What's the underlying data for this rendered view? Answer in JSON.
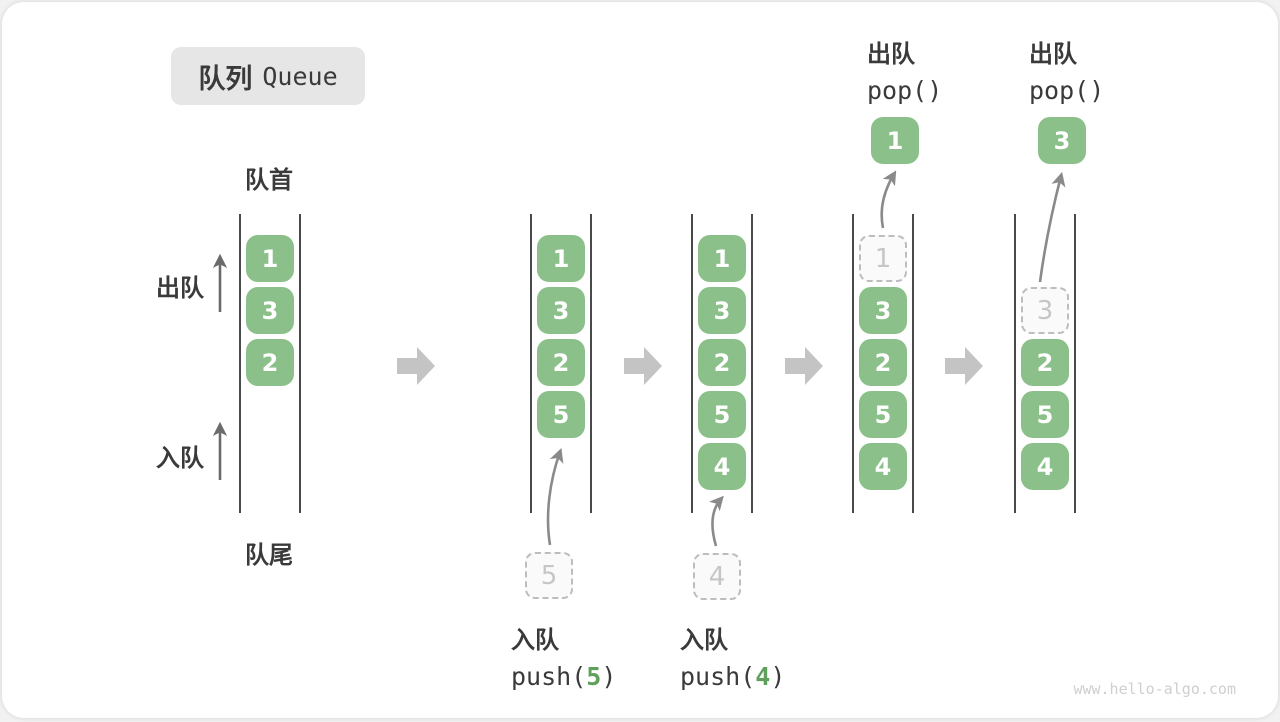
{
  "title": {
    "zh": "队列",
    "en": "Queue"
  },
  "labels": {
    "front": "队首",
    "rear": "队尾",
    "dequeue_side": "出队",
    "enqueue_side": "入队"
  },
  "states": {
    "s1": {
      "cells": [
        "1",
        "3",
        "2"
      ]
    },
    "s2": {
      "cells": [
        "1",
        "3",
        "2",
        "5"
      ],
      "incoming_value": "5",
      "op": {
        "label": "入队",
        "fn_open": "push(",
        "arg": "5",
        "fn_close": ")"
      }
    },
    "s3": {
      "cells": [
        "1",
        "3",
        "2",
        "5",
        "4"
      ],
      "incoming_value": "4",
      "op": {
        "label": "入队",
        "fn_open": "push(",
        "arg": "4",
        "fn_close": ")"
      }
    },
    "s4": {
      "ghost_value": "1",
      "cells": [
        "3",
        "2",
        "5",
        "4"
      ],
      "popped_value": "1",
      "op": {
        "label": "出队",
        "fn": "pop()"
      }
    },
    "s5": {
      "ghost_value": "3",
      "cells": [
        "2",
        "5",
        "4"
      ],
      "popped_value": "3",
      "op": {
        "label": "出队",
        "fn": "pop()"
      }
    }
  },
  "watermark": "www.hello-algo.com",
  "colors": {
    "cell_green": "#8CC08A",
    "cell_text": "#FFFFFF",
    "ghost_border": "#BDBDBD",
    "ghost_bg": "#FAFAFA",
    "ghost_text": "#C6C6C6",
    "arrow_grey": "#8A8A8A",
    "block_arrow": "#C4C4C4",
    "line_dark": "#4A4A4A",
    "text_dark": "#3A3A3A",
    "title_bg": "#E6E6E6",
    "accent_green": "#5FA05C",
    "watermark": "#CFCFCF"
  }
}
